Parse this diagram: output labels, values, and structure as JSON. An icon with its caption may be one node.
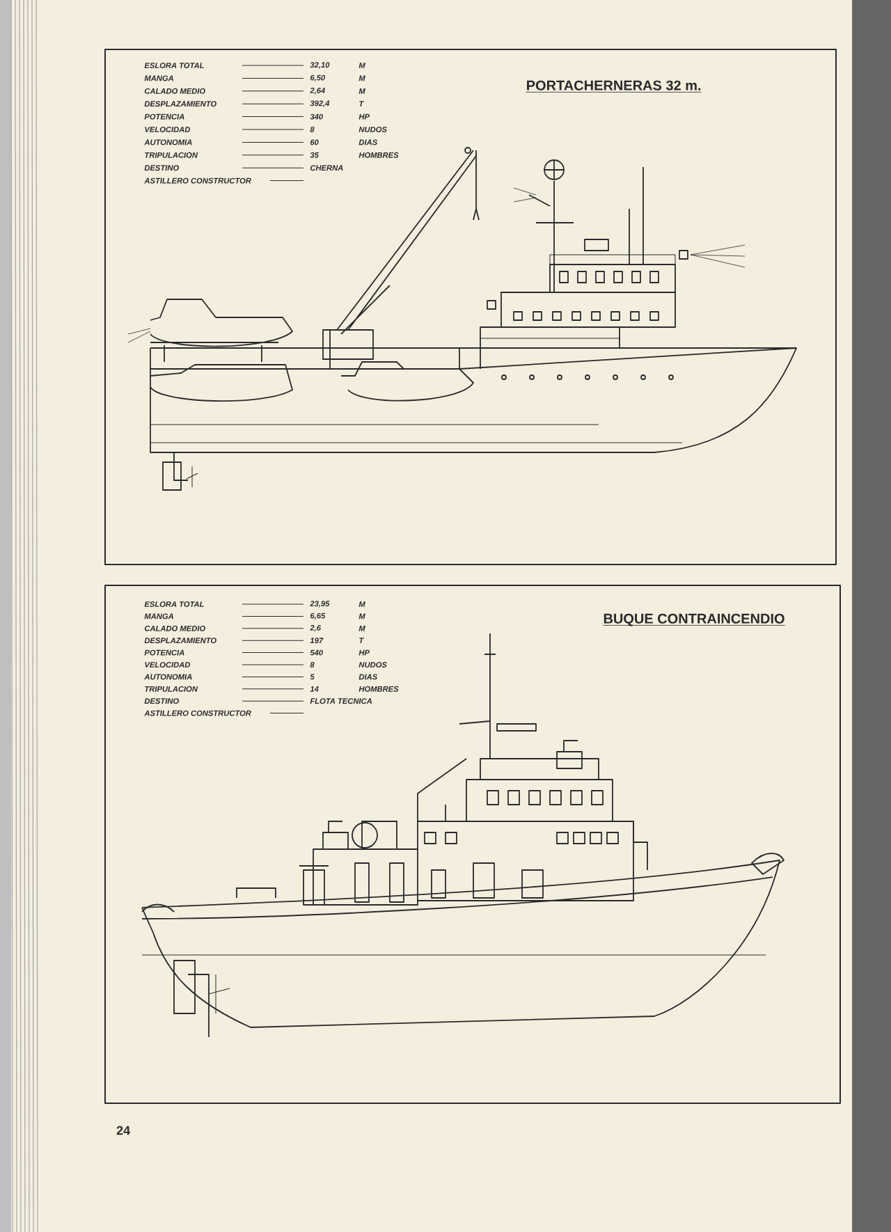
{
  "diagram": {
    "nodes": [
      {
        "text": [
          "PORTACHERNERAS 32 m."
        ]
      },
      {
        "text": [
          "BUQUE CONTRAINCENDIO"
        ]
      }
    ],
    "labels": [
      "ESLORA TOTAL",
      "32,10",
      "M",
      "MANGA",
      "6,50",
      "M",
      "CALADO MEDIO",
      "2,64",
      "M",
      "DESPLAZAMIENTO",
      "392,4",
      "T",
      "POTENCIA",
      "340",
      "HP",
      "VELOCIDAD",
      "8",
      "NUDOS",
      "AUTONOMIA",
      "60",
      "DIAS",
      "TRIPULACION",
      "35",
      "HOMBRES",
      "DESTINO",
      "CHERNA",
      "ASTILLERO CONSTRUCTOR",
      "ESLORA TOTAL",
      "23,95",
      "M",
      "MANGA",
      "6,65",
      "M",
      "CALADO MEDIO",
      "2,6",
      "M",
      "DESPLAZAMIENTO",
      "197",
      "T",
      "POTENCIA",
      "540",
      "HP",
      "VELOCIDAD",
      "8",
      "NUDOS",
      "AUTONOMIA",
      "5",
      "DIAS",
      "TRIPULACION",
      "14",
      "HOMBRES",
      "DESTINO",
      "FLOTA TECNICA",
      "ASTILLERO CONSTRUCTOR",
      "24"
    ]
  }
}
